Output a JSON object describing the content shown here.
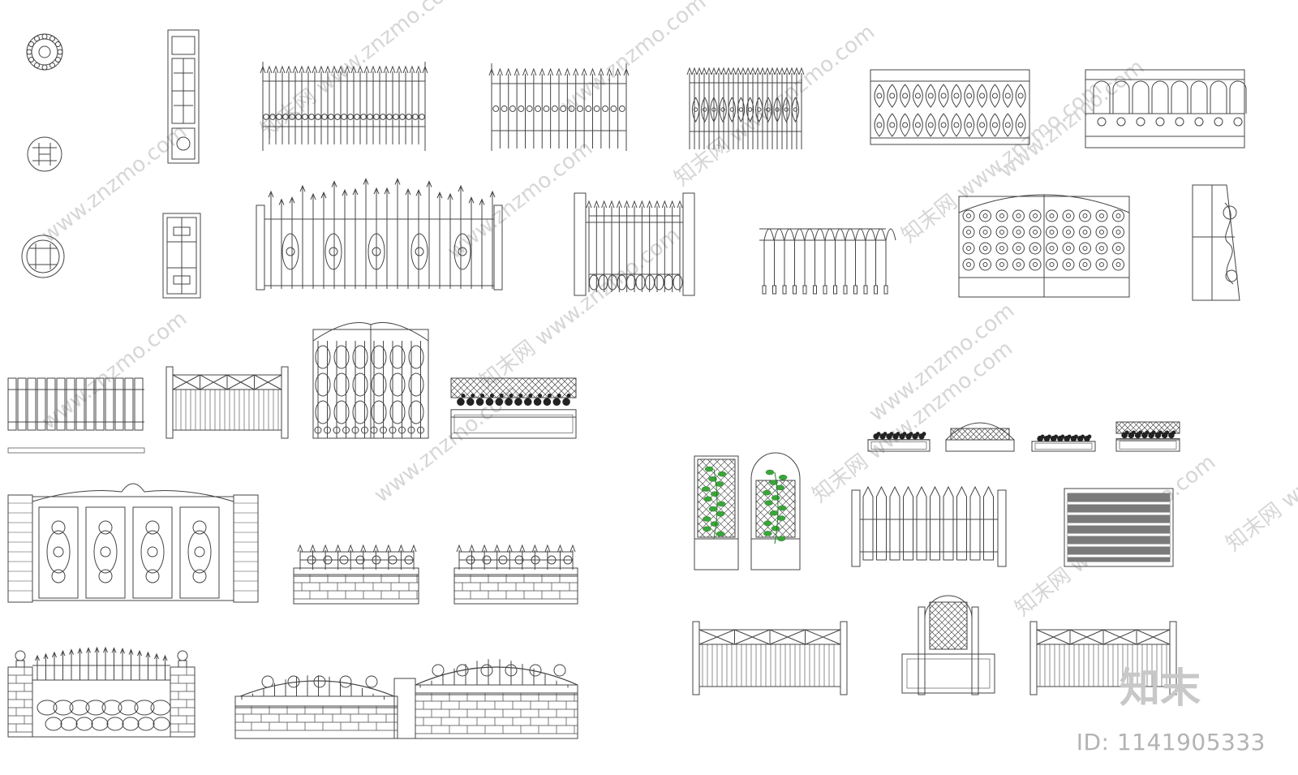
{
  "watermark": {
    "url_text": "www.znzmo.com",
    "brand_cn": "知末网"
  },
  "logo": {
    "text": "知末"
  },
  "id_label": "ID: 1141905333",
  "colors": {
    "line": "#444444",
    "plant_green": "#3aa63a",
    "watermark_gray": "#d6d6d6",
    "slat_gray": "#7a7a7a"
  },
  "elements": [
    {
      "name": "round-medallion-1"
    },
    {
      "name": "round-medallion-2"
    },
    {
      "name": "round-medallion-3"
    },
    {
      "name": "lattice-panel-tall"
    },
    {
      "name": "lattice-panel-small"
    },
    {
      "name": "spear-fence-1"
    },
    {
      "name": "spear-fence-2"
    },
    {
      "name": "spear-fence-3"
    },
    {
      "name": "ornate-railing-1"
    },
    {
      "name": "arched-railing"
    },
    {
      "name": "arched-spear-gate"
    },
    {
      "name": "pillared-fence"
    },
    {
      "name": "gothic-fence"
    },
    {
      "name": "scroll-double-gate"
    },
    {
      "name": "trapezoid-panel"
    },
    {
      "name": "plank-fence"
    },
    {
      "name": "x-brace-fence-1"
    },
    {
      "name": "ornate-tall-gate"
    },
    {
      "name": "planter-lattice-1"
    },
    {
      "name": "grand-ornate-gate"
    },
    {
      "name": "wall-railing-1"
    },
    {
      "name": "wall-railing-2"
    },
    {
      "name": "lamp-pillar-fence"
    },
    {
      "name": "arched-wall-fence"
    },
    {
      "name": "small-planter-1"
    },
    {
      "name": "arch-planter"
    },
    {
      "name": "small-planter-2"
    },
    {
      "name": "small-planter-3"
    },
    {
      "name": "trellis-planter-1"
    },
    {
      "name": "trellis-planter-2"
    },
    {
      "name": "picket-fence"
    },
    {
      "name": "slat-screen"
    },
    {
      "name": "x-brace-fence-2"
    },
    {
      "name": "arch-trellis-planter"
    },
    {
      "name": "x-brace-fence-3"
    }
  ]
}
